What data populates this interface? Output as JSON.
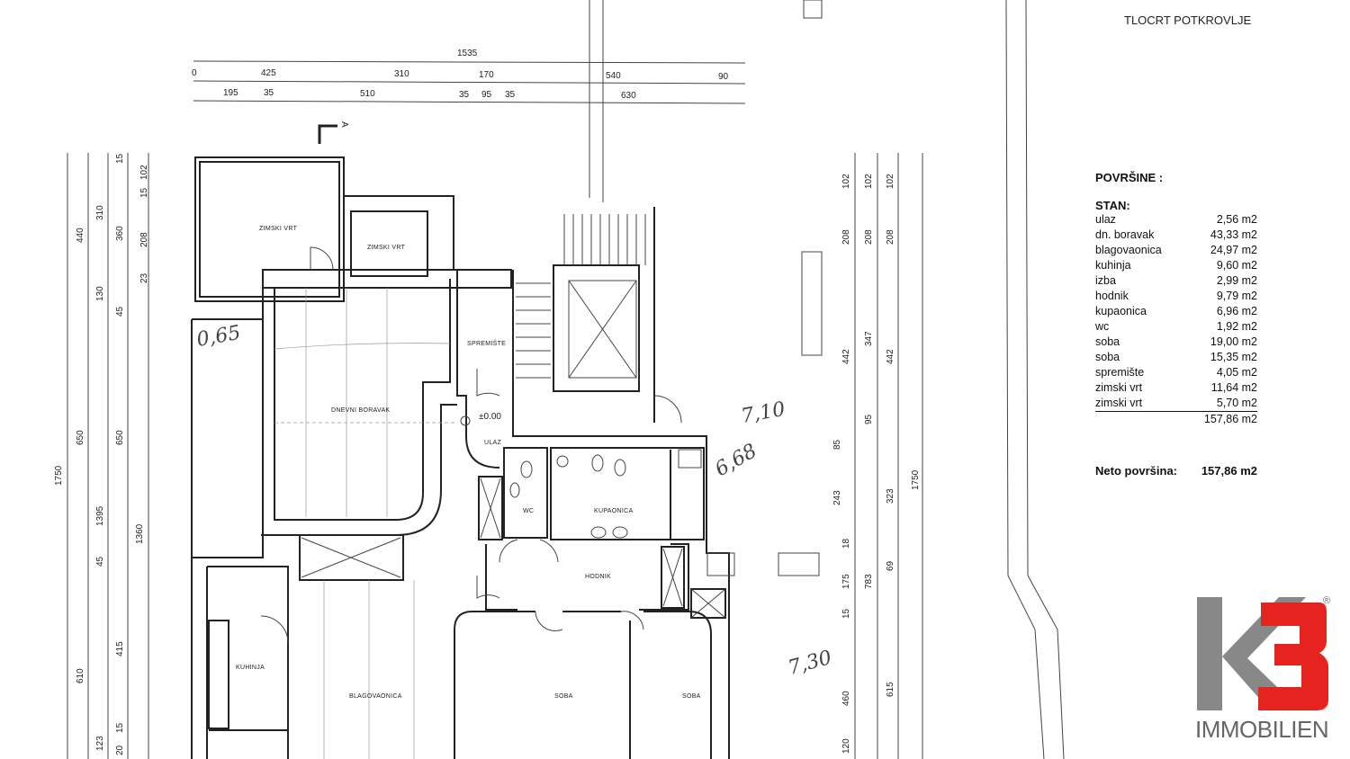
{
  "title": "TLOCRT POTKROVLJE",
  "legend": {
    "heading": "POVRŠINE :",
    "group": "STAN:",
    "rows": [
      {
        "name": "ulaz",
        "area": "2,56 m2"
      },
      {
        "name": "dn. boravak",
        "area": "43,33 m2"
      },
      {
        "name": "blagovaonica",
        "area": "24,97 m2"
      },
      {
        "name": "kuhinja",
        "area": "9,60 m2"
      },
      {
        "name": "izba",
        "area": "2,99 m2"
      },
      {
        "name": "hodnik",
        "area": "9,79 m2"
      },
      {
        "name": "kupaonica",
        "area": "6,96 m2"
      },
      {
        "name": "wc",
        "area": "1,92 m2"
      },
      {
        "name": "soba",
        "area": "19,00 m2"
      },
      {
        "name": "soba",
        "area": "15,35 m2"
      },
      {
        "name": "spremište",
        "area": "4,05 m2"
      },
      {
        "name": "zimski vrt",
        "area": "11,64 m2"
      },
      {
        "name": "zimski vrt",
        "area": "5,70 m2"
      }
    ],
    "total": "157,86 m2",
    "net_label": "Neto površina:",
    "net_value": "157,86 m2"
  },
  "rooms": {
    "zimski1": "ZIMSKI VRT",
    "zimski2": "ZIMSKI VRT",
    "boravak": "DNEVNI BORAVAK",
    "spremiste": "SPREMIŠTE",
    "level": "±0.00",
    "ulaz": "ULAZ",
    "wc": "WC",
    "kupaonica": "KUPAONICA",
    "hodnik": "HODNIK",
    "kuhinja": "KUHINJA",
    "blagovaonica": "BLAGOVAONICA",
    "soba1": "SOBA",
    "soba2": "SOBA",
    "section": "A"
  },
  "dims_top": {
    "total": "1535",
    "r1": [
      "0",
      "425",
      "310",
      "170",
      "540",
      "90"
    ],
    "r2": [
      "195",
      "35",
      "510",
      "35",
      "95",
      "35",
      "630"
    ]
  },
  "dims_left": [
    "1750",
    "440",
    "650",
    "610",
    "310",
    "130",
    "1395",
    "45",
    "415",
    "123",
    "15",
    "360",
    "45",
    "650",
    "1360",
    "15",
    "20",
    "102",
    "15",
    "208",
    "23"
  ],
  "dims_right": [
    "102",
    "102",
    "102",
    "208",
    "208",
    "208",
    "442",
    "347",
    "442",
    "95",
    "85",
    "243",
    "323",
    "18",
    "175",
    "783",
    "69",
    "15",
    "460",
    "615",
    "120",
    "1750"
  ],
  "handwritten": [
    "0,65",
    "7,10",
    "6,68",
    "7,30"
  ],
  "logo": {
    "mark": "K3",
    "text": "IMMOBILIEN",
    "reg": "®"
  }
}
